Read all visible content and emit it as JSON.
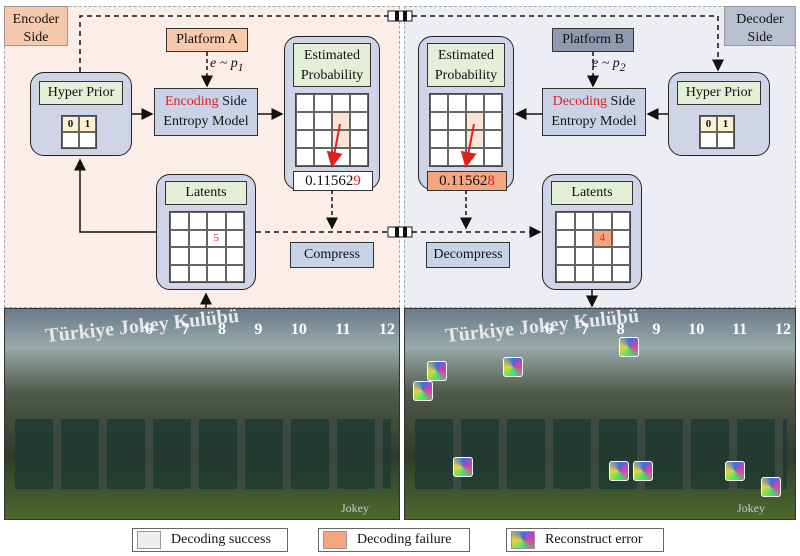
{
  "encoder_side": {
    "label": "Encoder Side",
    "hyper_prior": "Hyper Prior",
    "prior_cells": [
      "0",
      "1",
      "",
      ""
    ],
    "platform": "Platform A",
    "dist": "e ~ p",
    "dist_sub": "1",
    "model_highlight": "Encoding",
    "model_rest": "Side",
    "model_line2": "Entropy Model",
    "estimated_l1": "Estimated",
    "estimated_l2": "Probability",
    "prob_prefix": "0.11562",
    "prob_digit": "9",
    "latents": "Latents",
    "latent_value": "5",
    "compress": "Compress"
  },
  "decoder_side": {
    "label": "Decoder Side",
    "hyper_prior": "Hyper Prior",
    "prior_cells": [
      "0",
      "1",
      "",
      ""
    ],
    "platform": "Platform B",
    "dist": "e ~ p",
    "dist_sub": "2",
    "model_highlight": "Decoding",
    "model_rest": "Side",
    "model_line2": "Entropy Model",
    "estimated_l1": "Estimated",
    "estimated_l2": "Probability",
    "prob_prefix": "0.11562",
    "prob_digit": "8",
    "latents": "Latents",
    "latent_value": "4",
    "decompress": "Decompress"
  },
  "photo_text": {
    "banner": "Türkiye Jokey Kulübü",
    "gate_numbers": [
      "6",
      "7",
      "8",
      "9",
      "10",
      "11",
      "12"
    ],
    "watermark": "Jokey"
  },
  "legend": {
    "success": "Decoding success",
    "failure": "Decoding failure",
    "error": "Reconstruct error"
  },
  "colors": {
    "encoder_bg": "#fbeee8",
    "decoder_bg": "#eceef3",
    "failure": "#f4a77e",
    "accent_red": "#e0201f"
  }
}
